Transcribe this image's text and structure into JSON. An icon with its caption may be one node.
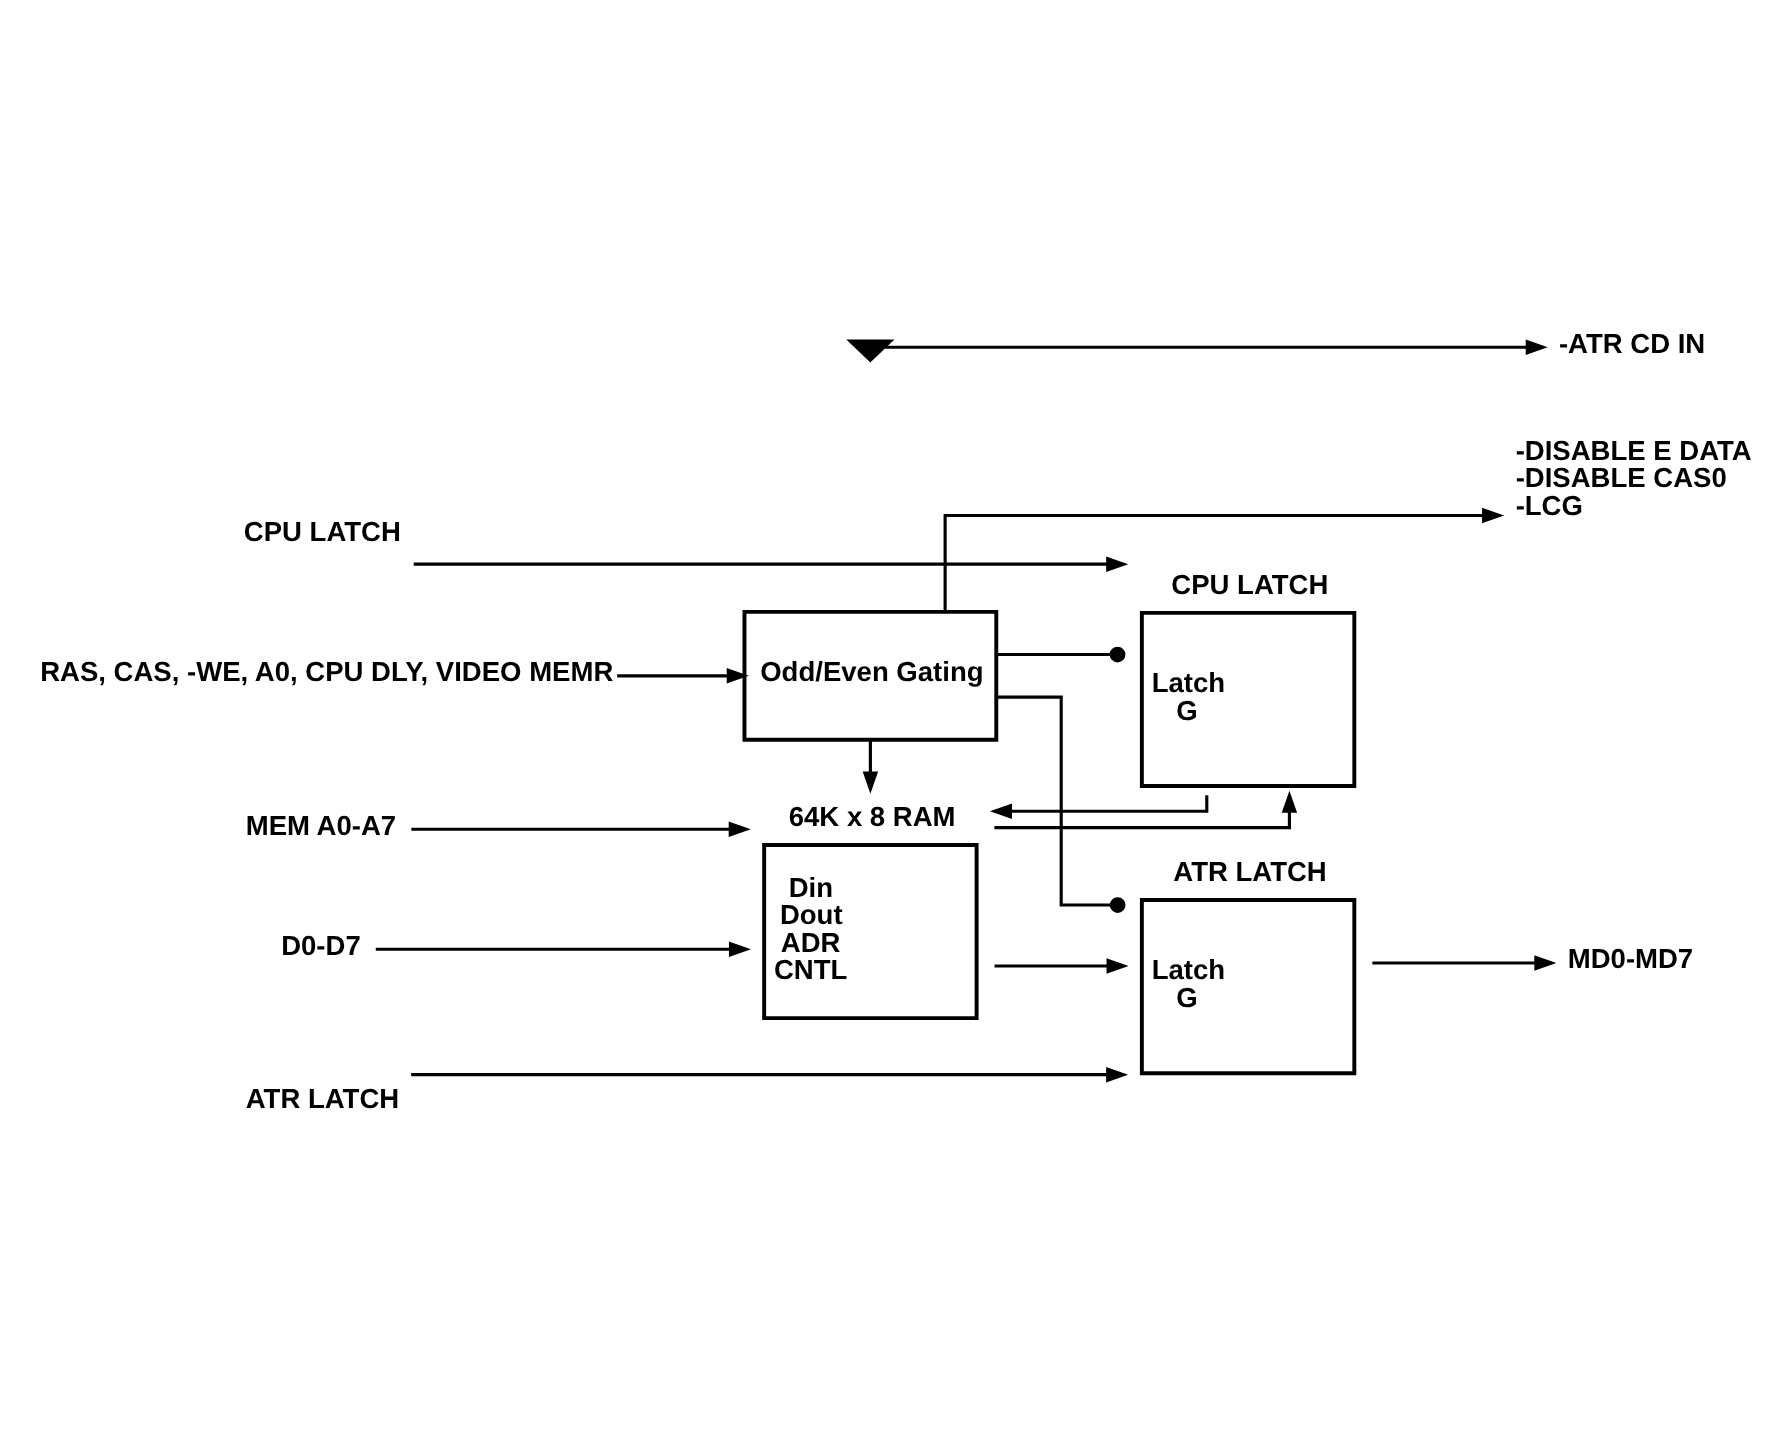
{
  "diagram": {
    "nodes": [
      {
        "text": [
          "D0-D7"
        ]
      },
      {
        "text": [
          "MEM A0-A7"
        ]
      },
      {
        "text": [
          "CPU LATCH"
        ]
      },
      {
        "text": [
          "ATR LATCH"
        ]
      },
      {
        "text": [
          "RAS, CAS, -WE, A0, CPU DLY, VIDEO MEMR"
        ]
      },
      {
        "text": [
          "64K x 8 RAM",
          "Din",
          "Dout",
          "ADR",
          "CNTL"
        ]
      },
      {
        "text": [
          "CPU LATCH",
          "Latch",
          "G"
        ]
      },
      {
        "text": [
          "ATR LATCH",
          "Latch",
          "G"
        ]
      },
      {
        "text": [
          "Odd/Even Gating"
        ]
      },
      {
        "text": [
          "MD0-MD7"
        ]
      },
      {
        "text": [
          "-DISABLE E DATA",
          "-DISABLE CAS0",
          "-LCG"
        ]
      },
      {
        "text": [],
        "shape": "ground"
      },
      {
        "text": [
          "-ATR CD IN"
        ]
      }
    ],
    "edges": [
      {
        "from": 0,
        "to": 5,
        "arrow": "to"
      },
      {
        "from": 6,
        "to": 5,
        "arrow": "to"
      },
      {
        "from": 1,
        "to": 5,
        "arrow": "to"
      },
      {
        "from": 5,
        "to": 6,
        "arrow": "to"
      },
      {
        "from": 5,
        "to": 7,
        "arrow": "to"
      },
      {
        "from": 2,
        "to": 6,
        "arrow": "to"
      },
      {
        "from": 3,
        "to": 7,
        "arrow": "to"
      },
      {
        "from": 8,
        "to": 5,
        "arrow": "to"
      },
      {
        "from": 8,
        "to": 6,
        "arrow": "other"
      },
      {
        "from": 8,
        "to": 7,
        "arrow": "other"
      },
      {
        "from": 4,
        "to": 8,
        "arrow": "to"
      },
      {
        "from": 7,
        "to": 9,
        "arrow": "to"
      },
      {
        "from": 8,
        "to": 10,
        "arrow": "to"
      },
      {
        "from": 11,
        "to": 12,
        "arrow": "to"
      }
    ]
  }
}
